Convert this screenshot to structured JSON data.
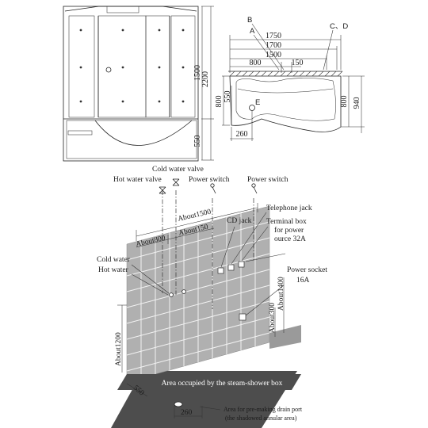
{
  "front_view": {
    "dims": {
      "total": "2200",
      "upper": "1500",
      "lower": "550"
    }
  },
  "top_view": {
    "labels": {
      "b": "B",
      "a": "A",
      "cd": "C、D",
      "e": "E"
    },
    "dims": {
      "w1750": "1750",
      "w1700": "1700",
      "w1500": "1500",
      "w800": "800",
      "w150": "150",
      "h800_left": "800",
      "h550": "550",
      "h800_right": "800",
      "h940": "940",
      "w260": "260"
    }
  },
  "install": {
    "labels": {
      "cold_water_valve": "Cold water valve",
      "hot_water_valve": "Hot water valve",
      "power_switch_1": "Power switch",
      "power_switch_2": "Power switch",
      "about1500": "About1500",
      "about800": "About800",
      "about150": "About150",
      "cd_jack": "CD jack",
      "telephone_jack": "Telephone jack",
      "terminal_box": "Terminal box",
      "for_power": "for power",
      "ource": "ource  32A",
      "cold_water": "Cold water",
      "hot_water": "Hot water",
      "power_socket": "Power socket",
      "socket_amp": "16A",
      "about1400": "About1400",
      "about300": "About300",
      "about1200": "About1200",
      "area_occupied": "Area occupied by the steam-shower box",
      "dim550": "550",
      "dim260": "260",
      "drain_note_1": "Area for pre-making drain port",
      "drain_note_2": "(the shadowed annular area)"
    }
  }
}
